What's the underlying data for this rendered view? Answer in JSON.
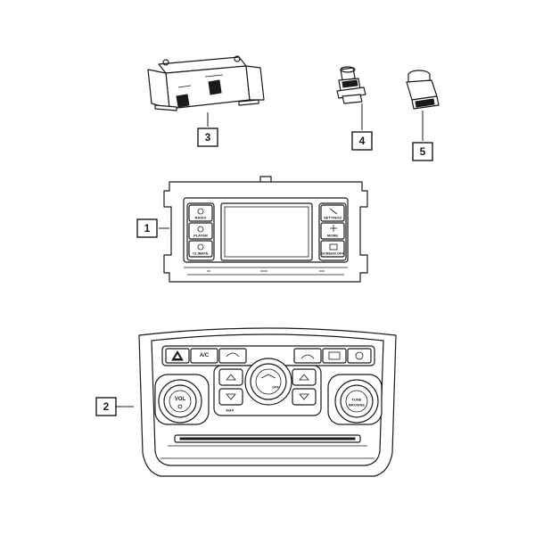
{
  "callouts": [
    {
      "id": "1",
      "label": "1"
    },
    {
      "id": "2",
      "label": "2"
    },
    {
      "id": "3",
      "label": "3"
    },
    {
      "id": "4",
      "label": "4"
    },
    {
      "id": "5",
      "label": "5"
    }
  ],
  "display_module": {
    "left_buttons": [
      "RADIO",
      "PLAYER",
      "CLIMATE"
    ],
    "right_buttons": [
      "SETTINGS",
      "MORE",
      "SCREEN OFF"
    ]
  },
  "control_panel": {
    "ac_label": "A/C",
    "vol_label": "VOL",
    "off_label": "OFF",
    "max_label": "MAX",
    "tune_label": "TUNE",
    "browse_label": "BROWSE"
  }
}
